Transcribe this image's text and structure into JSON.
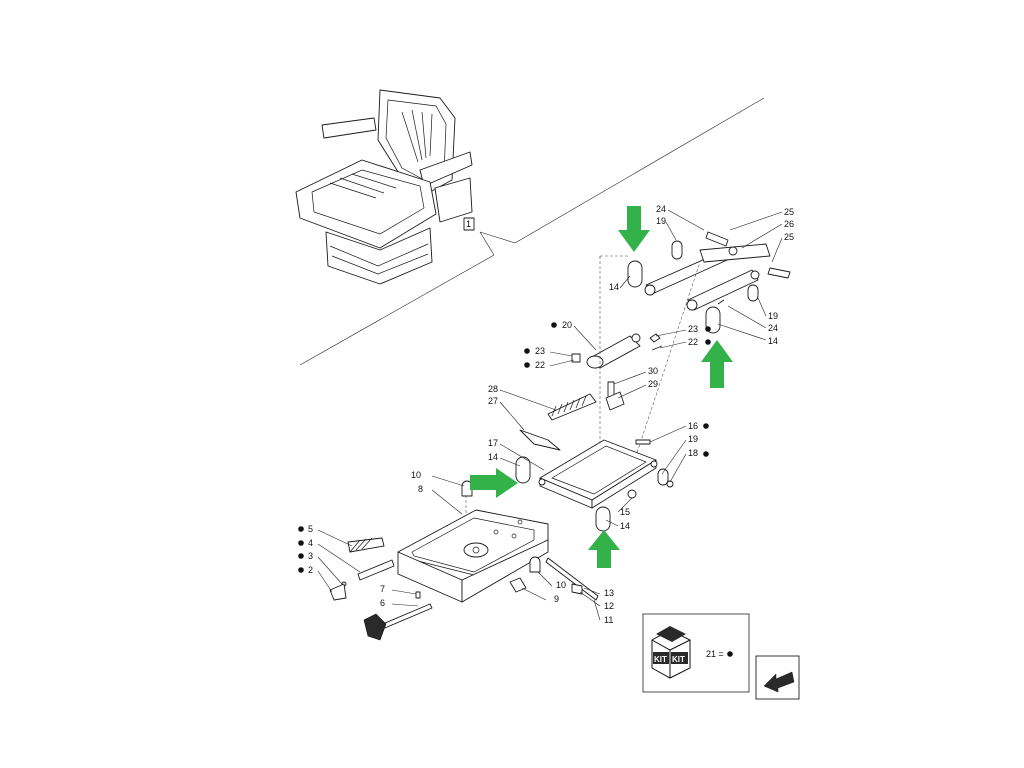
{
  "callouts": {
    "c1": "1",
    "c24a": "24",
    "c19a": "19",
    "c25a": "25",
    "c26": "26",
    "c25b": "25",
    "c14a": "14",
    "c19b": "19",
    "c24b": "24",
    "c14b": "14",
    "c20": "20",
    "c23a": "23",
    "c22a": "22",
    "c23b": "23",
    "c22b": "22",
    "c30": "30",
    "c29": "29",
    "c28": "28",
    "c27": "27",
    "c16": "16",
    "c19c": "19",
    "c18": "18",
    "c17": "17",
    "c14c": "14",
    "c15": "15",
    "c14d": "14",
    "c10a": "10",
    "c8": "8",
    "c5": "5",
    "c4": "4",
    "c3": "3",
    "c2": "2",
    "c7": "7",
    "c6": "6",
    "c9": "9",
    "c10b": "10",
    "c13": "13",
    "c12": "12",
    "c11": "11"
  },
  "legend": {
    "kit_text_left": "KIT",
    "kit_text_right": "KIT",
    "kit_ref": "21 ="
  },
  "colors": {
    "arrow": "#33b24a",
    "line": "#222222"
  },
  "icons": [
    "seat-assembly",
    "kit-box-icon",
    "next-page-arrow-icon"
  ]
}
